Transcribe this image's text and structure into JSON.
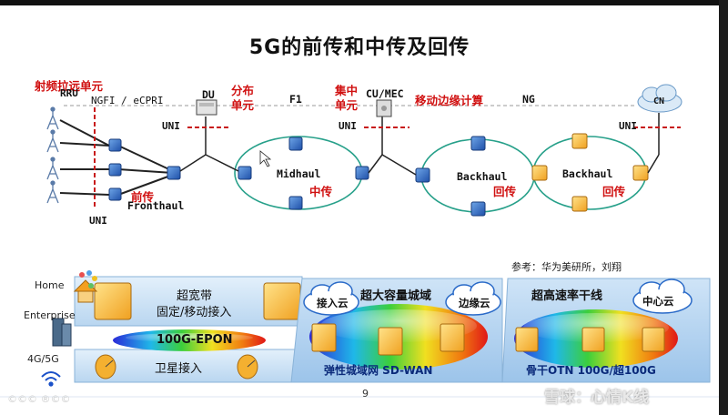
{
  "title": "5G的前传和中传及回传",
  "labels": {
    "rru_group": "射频拉远单元",
    "rru": "RRU",
    "ngfi": "NGFI / eCPRI",
    "du": "DU",
    "du_note": "分布\n单元",
    "f1": "F1",
    "cu_note": "集中\n单元",
    "cu_mec": "CU/MEC",
    "mec_note": "移动边缘计算",
    "ng": "NG",
    "cn": "CN",
    "uni": "UNI",
    "fronthaul_cn": "前传",
    "fronthaul": "Fronthaul",
    "midhaul": "Midhaul",
    "midhaul_cn": "中传",
    "backhaul": "Backhaul",
    "backhaul_cn": "回传"
  },
  "reference": "参考：华为美研所，刘翔",
  "access": {
    "home": "Home",
    "enterprise": "Enterprise",
    "g45": "4G/5G",
    "broadband": "超宽带",
    "broadband_sub": "固定/移动接入",
    "epon": "100G-EPON",
    "satellite": "卫星接入"
  },
  "metro": {
    "title": "超大容量城域",
    "access_cloud": "接入云",
    "edge_cloud": "边缘云",
    "sdwan": "弹性城域网 SD-WAN"
  },
  "backbone": {
    "title": "超高速率干线",
    "center_cloud": "中心云",
    "otn": "骨干OTN 100G/超100G"
  },
  "page_number": "9",
  "watermark": "雪球：心情K线",
  "bottom_left_mark": "©©© ®©©"
}
